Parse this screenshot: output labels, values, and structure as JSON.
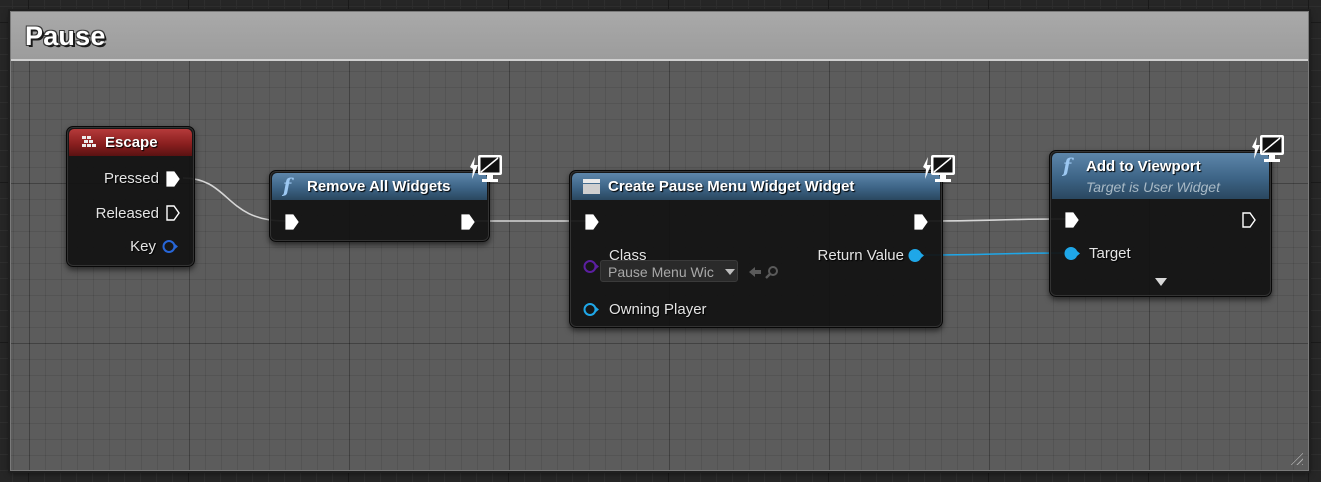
{
  "comment": {
    "title": "Pause"
  },
  "nodes": {
    "escape": {
      "title": "Escape",
      "pins": {
        "pressed": "Pressed",
        "released": "Released",
        "key": "Key"
      }
    },
    "remove_all_widgets": {
      "title": "Remove All Widgets"
    },
    "create_widget": {
      "title": "Create Pause Menu Widget Widget",
      "pins": {
        "class": "Class",
        "return_value": "Return Value",
        "owning_player": "Owning Player"
      },
      "class_value": "Pause Menu Wic"
    },
    "add_to_viewport": {
      "title": "Add to Viewport",
      "subtitle": "Target is User Widget",
      "pins": {
        "target": "Target"
      }
    }
  },
  "colors": {
    "function_header": "#3d6486",
    "event_header": "#8a1f1f",
    "object_pin": "#1fa7e8",
    "class_pin": "#5b1fa0",
    "key_pin": "#2766d8",
    "exec_pin": "#ffffff"
  },
  "icons": [
    "keyboard-key-icon",
    "function-icon",
    "widget-icon",
    "monitor-icon"
  ]
}
